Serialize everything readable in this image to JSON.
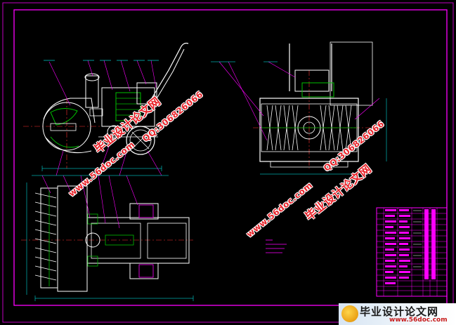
{
  "watermarks": {
    "site_name": "毕业设计论文网",
    "url": "www.56doc.com",
    "qq": "QQ:306826066"
  },
  "logo": {
    "title": "毕业设计论文网",
    "url": "www.56doc.com"
  },
  "colors": {
    "background": "#000000",
    "frame": "#ff00ff",
    "linework": "#ffffff",
    "accent_green": "#00c000",
    "cyan": "#00ffff",
    "centerline": "#ff3030",
    "watermark": "#e8232a"
  }
}
